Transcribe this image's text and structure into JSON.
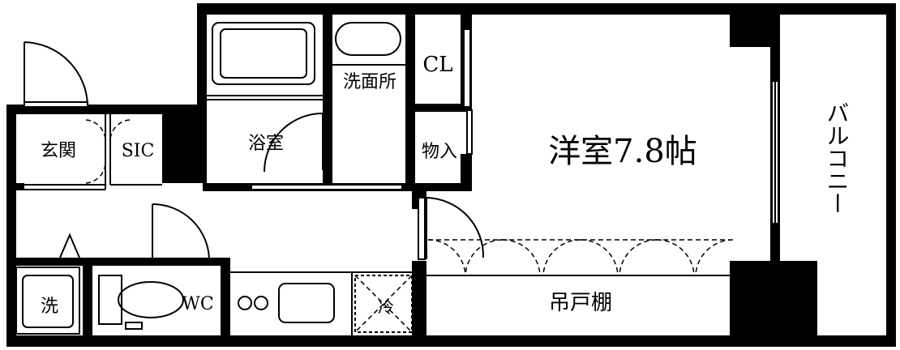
{
  "rooms": {
    "entrance": "玄関",
    "sic": "SIC",
    "bath": "浴室",
    "washroom": "洗面所",
    "closet": "CL",
    "storage": "物入",
    "western_room": "洋室7.8帖",
    "balcony": "バルコニー",
    "washer": "洗",
    "toilet": "WC",
    "fridge": "冷",
    "hanging_shelf": "吊戸棚"
  }
}
